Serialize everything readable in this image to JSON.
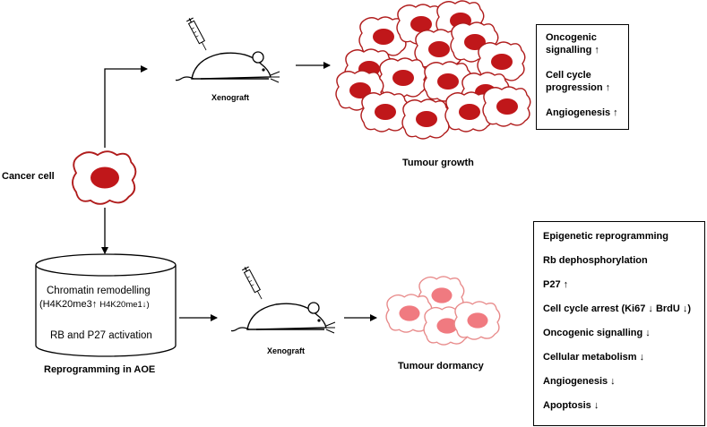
{
  "labels": {
    "cancer_cell": "Cancer cell",
    "xenograft_top": "Xenograft",
    "xenograft_bottom": "Xenograft",
    "tumour_growth": "Tumour growth",
    "tumour_dormancy": "Tumour dormancy",
    "reprogramming": "Reprogramming in AOE"
  },
  "cylinder": {
    "line1": "Chromatin remodelling",
    "line2_a": "(H4K20me3↑ ",
    "line2_b": "H4K20me1↓)",
    "line3": "RB and P27 activation"
  },
  "growth_box": {
    "items": [
      "Oncogenic",
      "signalling ↑",
      "Cell cycle",
      "progression ↑",
      "Angiogenesis ↑"
    ]
  },
  "dormancy_box": {
    "items": [
      "Epigenetic reprogramming",
      "Rb dephosphorylation",
      "P27 ↑",
      "Cell cycle arrest (Ki67 ↓ BrdU ↓)",
      "Oncogenic signalling ↓",
      "Cellular metabolism ↓",
      "Angiogenesis ↓",
      "Apoptosis ↓"
    ]
  },
  "colors": {
    "cell_outline_dark": "#b01c1c",
    "nucleus_dark": "#c0171a",
    "cell_outline_light": "#e88a8a",
    "nucleus_light": "#f07a80",
    "arrow": "#000000"
  }
}
